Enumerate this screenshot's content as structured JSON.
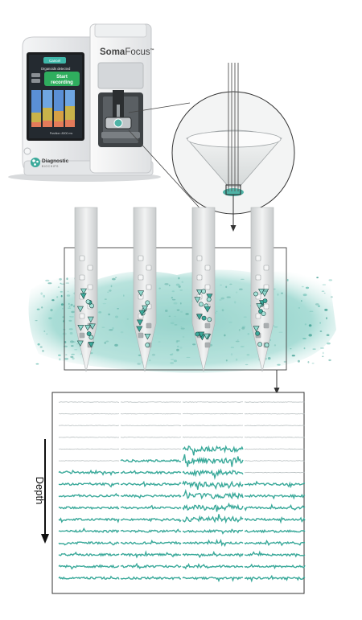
{
  "device": {
    "brand_prefix": "Soma",
    "brand_suffix": "Focus",
    "trademark": "™",
    "screen_tab": "Cancel",
    "screen_status": "Organoids detected",
    "start_line1": "Start",
    "start_line2": "recording",
    "screen_footer": "Position: 8000 mv",
    "logo_line1": "Diagnostic",
    "logo_line2": "BIOCHIPS"
  },
  "recording_panel": {
    "depth_label": "Depth"
  },
  "colors": {
    "accent": "#3aa99a",
    "trace_gray": "#b8bfc0",
    "screen_green": "#2fae5e",
    "tissue": "#8fd0c6",
    "device_body": "#e9eaec"
  },
  "traces": {
    "columns": 4,
    "rows": 16,
    "rows_per_column": [
      [
        "gray",
        "gray",
        "gray",
        "gray",
        "gray",
        "gray",
        "teal",
        "teal",
        "teal",
        "teal",
        "teal",
        "teal",
        "teal",
        "teal",
        "teal",
        "teal"
      ],
      [
        "gray",
        "gray",
        "gray",
        "gray",
        "gray",
        "teal",
        "teal",
        "teal",
        "teal",
        "teal",
        "teal",
        "teal",
        "teal",
        "teal",
        "teal",
        "teal"
      ],
      [
        "gray",
        "gray",
        "gray",
        "gray",
        "teal",
        "teal",
        "teal",
        "teal",
        "teal",
        "teal",
        "teal",
        "teal",
        "teal",
        "teal",
        "teal",
        "teal"
      ],
      [
        "gray",
        "gray",
        "gray",
        "gray",
        "gray",
        "gray",
        "gray",
        "teal",
        "teal",
        "teal",
        "teal",
        "teal",
        "teal",
        "teal",
        "teal",
        "teal"
      ]
    ]
  }
}
